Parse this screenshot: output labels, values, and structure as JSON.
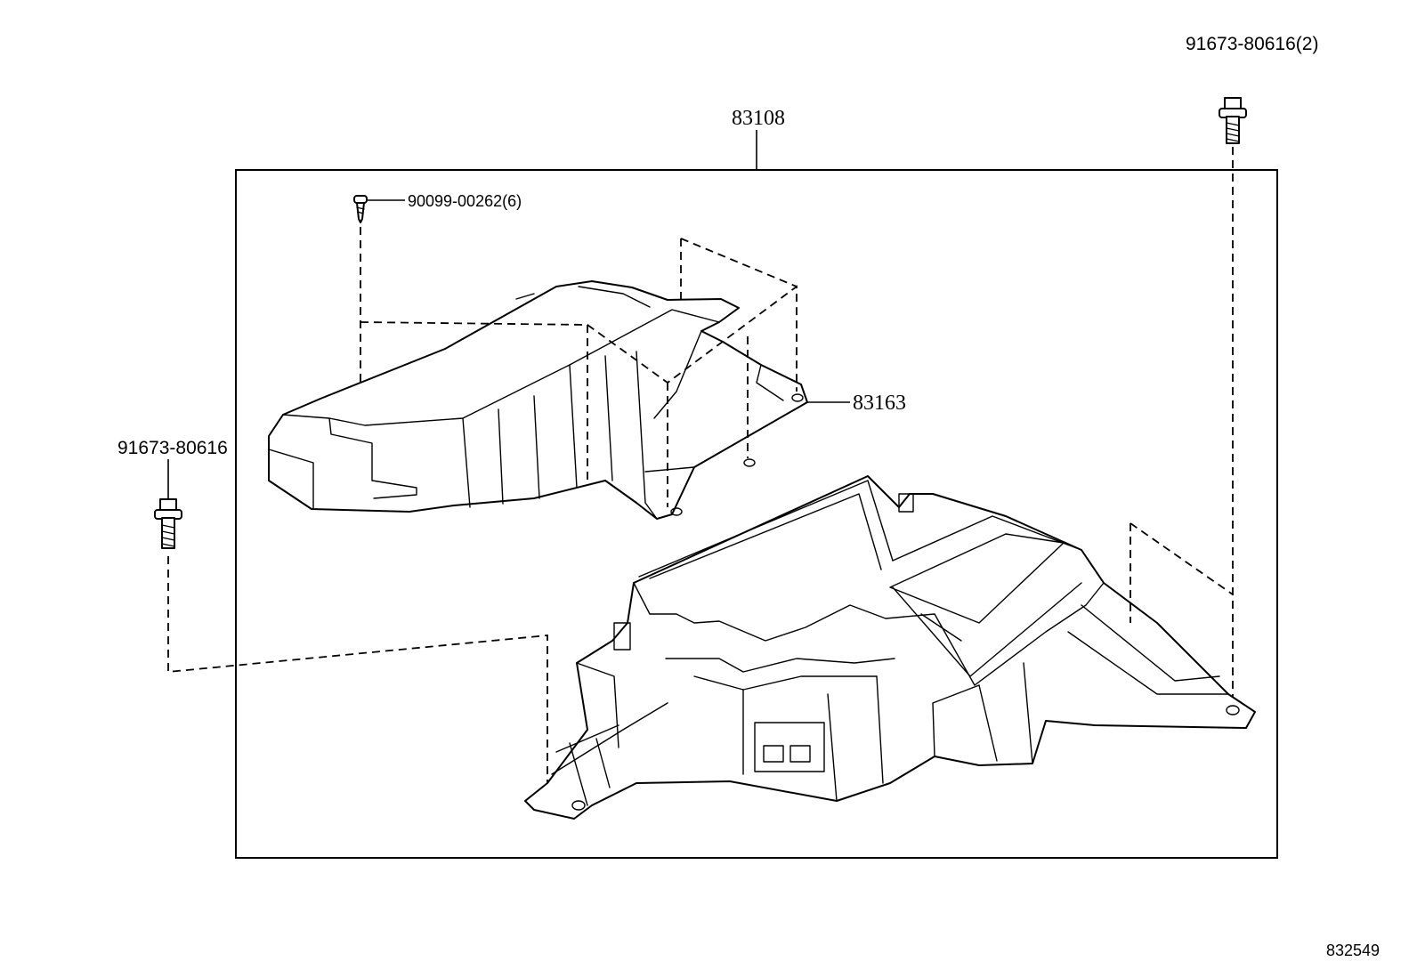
{
  "diagram": {
    "assembly_label": "83108",
    "parts": [
      {
        "id": "bolt-top-right",
        "label": "91673-80616(2)"
      },
      {
        "id": "screw",
        "label": "90099-00262(6)"
      },
      {
        "id": "cover",
        "label": "83163"
      },
      {
        "id": "bolt-left",
        "label": "91673-80616"
      }
    ],
    "illustration_code": "832549"
  }
}
